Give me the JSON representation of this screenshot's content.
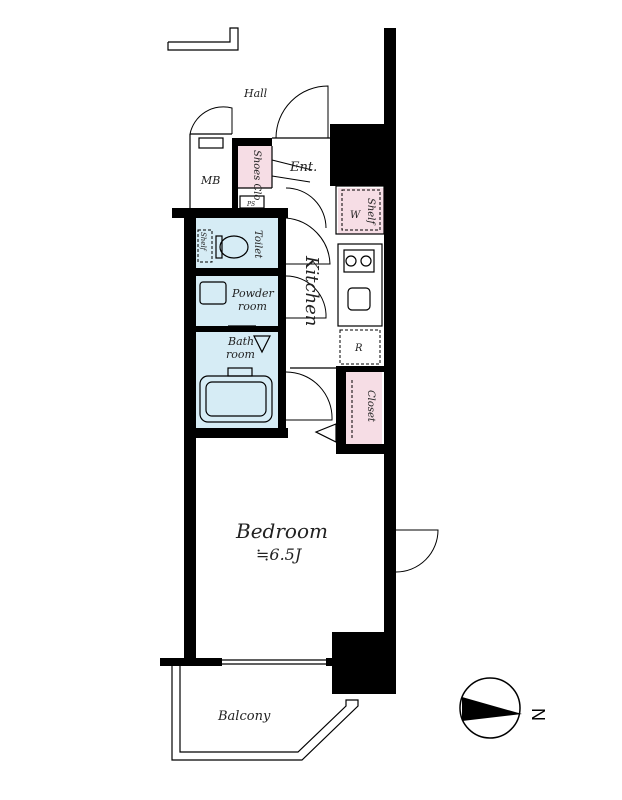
{
  "labels": {
    "hall": "Hall",
    "mb": "MB",
    "shoes_clo": "Shoes Clo",
    "ent": "Ent.",
    "ps": "PS",
    "shelf": "Shelf",
    "w": "W",
    "toilet": "Toilet",
    "shelf_small": "Shelf",
    "kitchen": "Kitchen",
    "powder_room_1": "Powder",
    "powder_room_2": "room",
    "bath_room_1": "Bath",
    "bath_room_2": "room",
    "r": "R",
    "closet": "Closet",
    "bedroom": "Bedroom",
    "bedroom_size": "≒6.5J",
    "balcony": "Balcony",
    "north": "N"
  },
  "colors": {
    "wet_area": "#d6ecf5",
    "storage": "#f6dde5",
    "wall": "#000000"
  }
}
